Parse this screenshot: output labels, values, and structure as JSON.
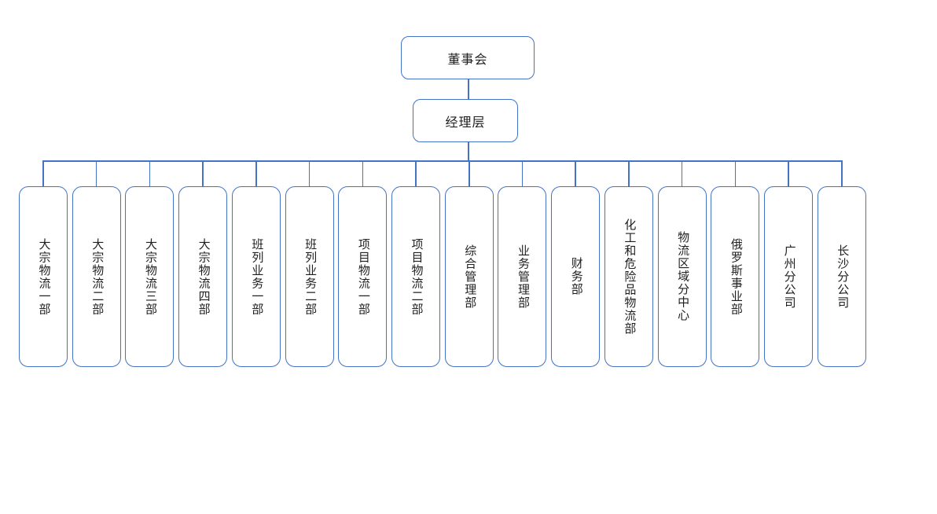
{
  "chart": {
    "type": "org-chart",
    "root": {
      "label": "董事会"
    },
    "level2": {
      "label": "经理层"
    },
    "departments": [
      {
        "label": "大宗物流一部"
      },
      {
        "label": "大宗物流二部"
      },
      {
        "label": "大宗物流三部"
      },
      {
        "label": "大宗物流四部"
      },
      {
        "label": "班列业务一部"
      },
      {
        "label": "班列业务二部"
      },
      {
        "label": "项目物流一部"
      },
      {
        "label": "项目物流二部"
      },
      {
        "label": "综合管理部"
      },
      {
        "label": "业务管理部"
      },
      {
        "label": "财务部"
      },
      {
        "label": "化工和危险品物流部"
      },
      {
        "label": "物流区域分中心"
      },
      {
        "label": "俄罗斯事业部"
      },
      {
        "label": "广州分公司"
      },
      {
        "label": "长沙分公司"
      }
    ],
    "colors": {
      "box_border": "#4472C4",
      "connector": "#4472C4",
      "text": "#1f1f1f",
      "background": "#ffffff"
    }
  }
}
